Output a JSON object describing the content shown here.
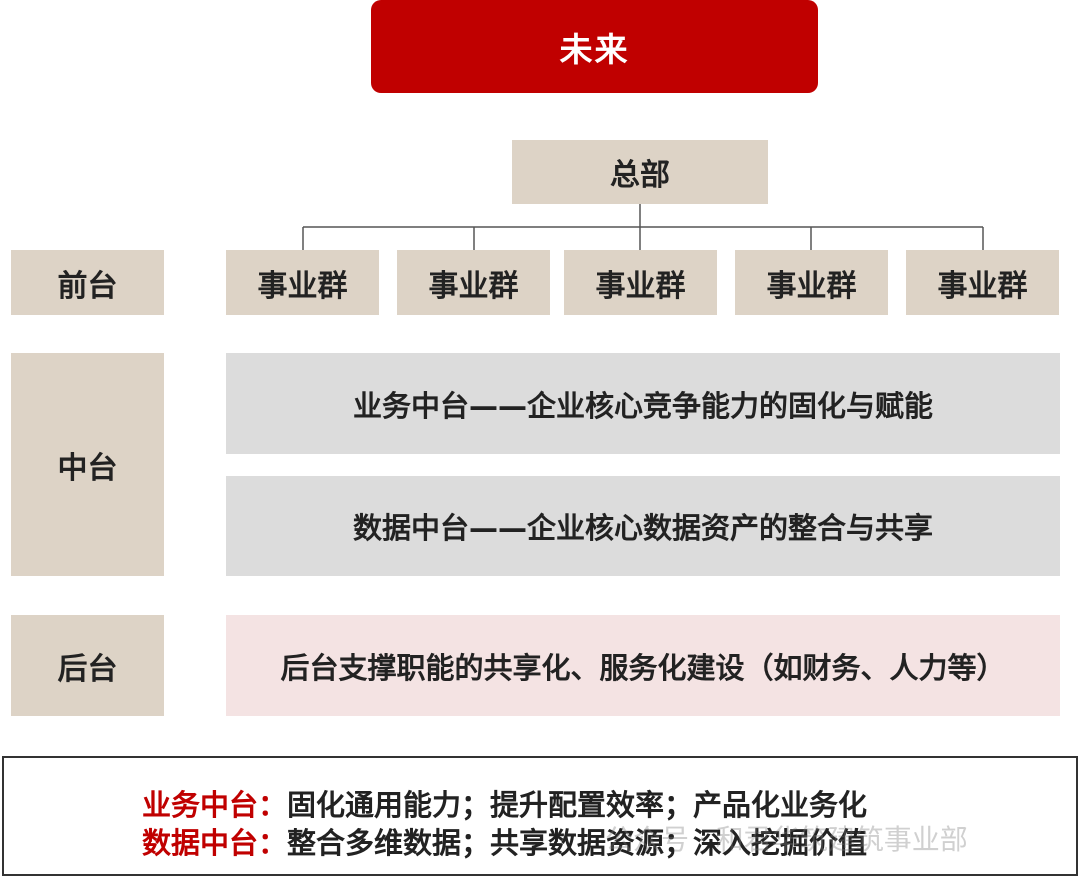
{
  "title": "未来",
  "headquarters": "总部",
  "front": {
    "label": "前台",
    "units": [
      "事业群",
      "事业群",
      "事业群",
      "事业群",
      "事业群"
    ]
  },
  "middle": {
    "label": "中台",
    "business": "业务中台——企业核心竞争能力的固化与赋能",
    "data": "数据中台——企业核心数据资产的整合与共享"
  },
  "back": {
    "label": "后台",
    "desc": "后台支撑职能的共享化、服务化建设（如财务、人力等）"
  },
  "summary": {
    "line1_key": "业务中台：",
    "line1_val": "固化通用能力；提升配置效率；产品化业务化",
    "line2_key": "数据中台：",
    "line2_val": "整合多维数据；共享数据资源；深入挖掘价值"
  },
  "watermark": "公众号 · 和君华筑建筑事业部",
  "colors": {
    "title_bg": "#c00000",
    "beige": "#ddd3c6",
    "gray": "#dcdcdc",
    "pink": "#f4e3e3",
    "accent_text": "#c00000"
  }
}
